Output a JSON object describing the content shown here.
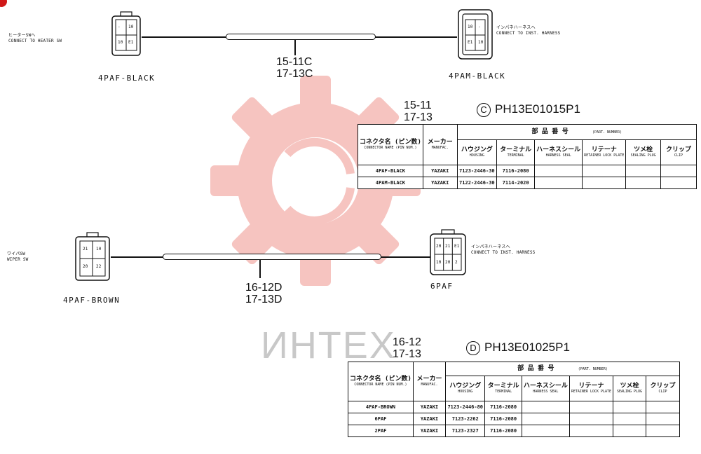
{
  "diagram": {
    "top": {
      "left_connector": {
        "name": "4PAF-BLACK",
        "pins": [
          "-",
          "10",
          "10",
          "E1"
        ],
        "note_ja": "ヒーターSWへ",
        "note_en": "CONNECT TO HEATER SW"
      },
      "right_connector": {
        "name": "4PAM-BLACK",
        "pins": [
          "10",
          "-",
          "E1",
          "10"
        ],
        "note_ja": "インパネハーネスへ",
        "note_en": "CONNECT TO INST. HARNESS"
      },
      "wire_ids": [
        "15-11C",
        "17-13C"
      ]
    },
    "bottom": {
      "left_connector": {
        "name": "4PAF-BROWN",
        "pins": [
          "21",
          "10",
          "20",
          "22"
        ],
        "note_ja": "ワイパSW",
        "note_en": "WIPER SW"
      },
      "right_connector": {
        "name": "6PAF",
        "pins": [
          "20",
          "21",
          "E1",
          "10",
          "20",
          "2"
        ],
        "note_ja": "インパネハーネスへ",
        "note_en": "CONNECT TO INST. HARNESS"
      },
      "wire_ids": [
        "16-12D",
        "17-13D"
      ]
    }
  },
  "table_c": {
    "group": [
      "15-11",
      "17-13"
    ],
    "symbol": "C",
    "part_no": "PH13E01015P1",
    "span_header_ja": "部 品 番 号",
    "span_header_en": "(PART. NUMBER)",
    "headers": [
      {
        "ja": "コネクタ名 (ピン数)",
        "en": "CONNECTOR NAME (PIN NUM.)"
      },
      {
        "ja": "メーカー",
        "en": "MANUFAC."
      },
      {
        "ja": "ハウジング",
        "en": "HOUSING"
      },
      {
        "ja": "ターミナル",
        "en": "TERMINAL"
      },
      {
        "ja": "ハーネスシール",
        "en": "HARNESS SEAL"
      },
      {
        "ja": "リテーナ",
        "en": "RETAINER LOCK PLATE"
      },
      {
        "ja": "ツメ栓",
        "en": "SEALING PLUG"
      },
      {
        "ja": "クリップ",
        "en": "CLIP"
      }
    ],
    "rows": [
      [
        "4PAF-BLACK",
        "YAZAKI",
        "7123-2446-30",
        "7116-2080",
        "",
        "",
        "",
        ""
      ],
      [
        "4PAM-BLACK",
        "YAZAKI",
        "7122-2446-30",
        "7114-2020",
        "",
        "",
        "",
        ""
      ]
    ]
  },
  "table_d": {
    "group": [
      "16-12",
      "17-13"
    ],
    "symbol": "D",
    "part_no": "PH13E01025P1",
    "span_header_ja": "部 品 番 号",
    "span_header_en": "(PART. NUMBER)",
    "headers": [
      {
        "ja": "コネクタ名 (ピン数)",
        "en": "CONNECTOR NAME (PIN NUM.)"
      },
      {
        "ja": "メーカー",
        "en": "MANUFAC."
      },
      {
        "ja": "ハウジング",
        "en": "HOUSING"
      },
      {
        "ja": "ターミナル",
        "en": "TERMINAL"
      },
      {
        "ja": "ハーネスシール",
        "en": "HARNESS SEAL"
      },
      {
        "ja": "リテーナ",
        "en": "RETAINER LOCK PLATE"
      },
      {
        "ja": "ツメ栓",
        "en": "SEALING PLUG"
      },
      {
        "ja": "クリップ",
        "en": "CLIP"
      }
    ],
    "rows": [
      [
        "4PAF-BROWN",
        "YAZAKI",
        "7123-2446-80",
        "7116-2080",
        "",
        "",
        "",
        ""
      ],
      [
        "6PAF",
        "YAZAKI",
        "7123-2262",
        "7116-2080",
        "",
        "",
        "",
        ""
      ],
      [
        "2PAF",
        "YAZAKI",
        "7123-2327",
        "7116-2080",
        "",
        "",
        "",
        ""
      ]
    ]
  },
  "watermark": {
    "text": "ИНТЕХ",
    "color": "#e8392f"
  },
  "colors": {
    "line": "#111111",
    "wire_fill": "#ffffff",
    "watermark_gear": "#f6c4c0",
    "logo": "#d01818"
  }
}
